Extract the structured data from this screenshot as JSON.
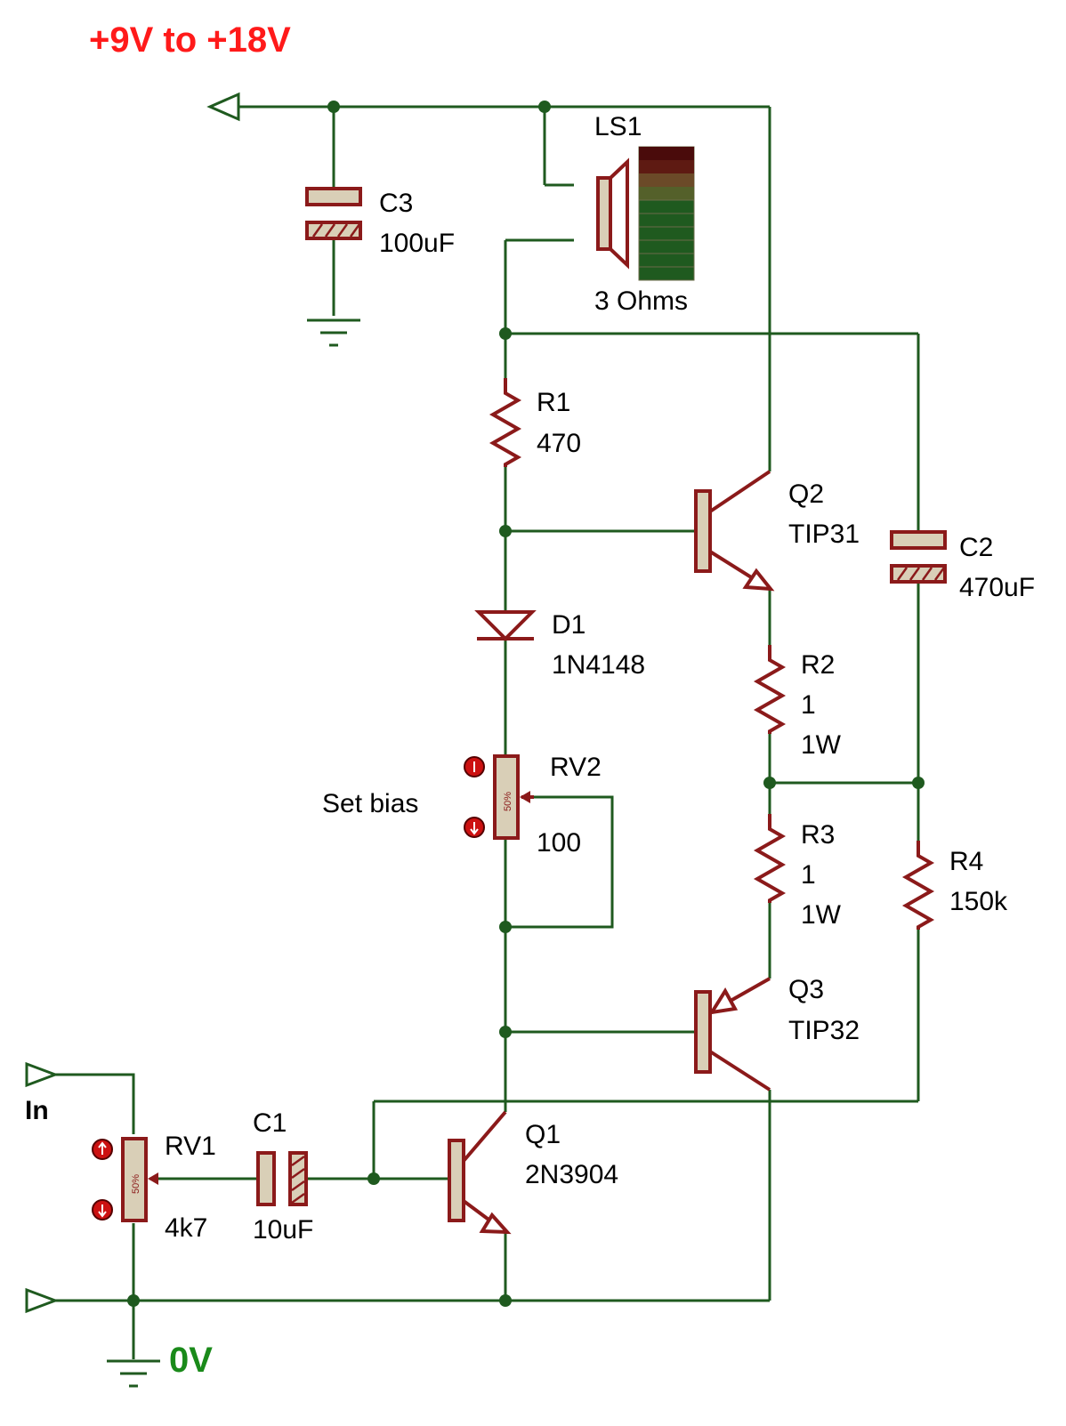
{
  "supply_label": "+9V to +18V",
  "ground_label": "0V",
  "input_label": "In",
  "set_bias_label": "Set bias",
  "colors": {
    "wire": "#1f5a1f",
    "component": "#8b1a1a",
    "component_fill": "#d9cfb7",
    "supply_text": "#ff1a1a",
    "ground_text": "#1a8a1a"
  },
  "components": {
    "C3": {
      "ref": "C3",
      "value": "100uF"
    },
    "LS1": {
      "ref": "LS1",
      "value": "3 Ohms"
    },
    "R1": {
      "ref": "R1",
      "value": "470"
    },
    "Q2": {
      "ref": "Q2",
      "value": "TIP31"
    },
    "C2": {
      "ref": "C2",
      "value": "470uF"
    },
    "D1": {
      "ref": "D1",
      "value": "1N4148"
    },
    "R2": {
      "ref": "R2",
      "value": "1",
      "rating": "1W"
    },
    "RV2": {
      "ref": "RV2",
      "value": "100",
      "wiper": "50%"
    },
    "R3": {
      "ref": "R3",
      "value": "1",
      "rating": "1W"
    },
    "R4": {
      "ref": "R4",
      "value": "150k"
    },
    "Q3": {
      "ref": "Q3",
      "value": "TIP32"
    },
    "RV1": {
      "ref": "RV1",
      "value": "4k7",
      "wiper": "50%"
    },
    "C1": {
      "ref": "C1",
      "value": "10uF"
    },
    "Q1": {
      "ref": "Q1",
      "value": "2N3904"
    }
  }
}
